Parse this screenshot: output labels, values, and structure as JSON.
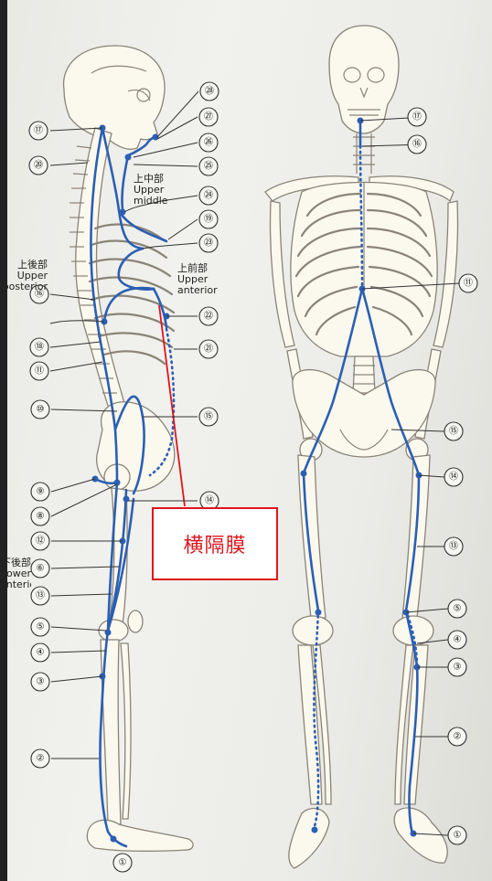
{
  "points": {
    "p1": "①",
    "p2": "②",
    "p3": "③",
    "p4": "④",
    "p5": "⑤",
    "p6": "⑥",
    "p8": "⑧",
    "p9": "⑨",
    "p10": "⑩",
    "p11": "⑪",
    "p12": "⑫",
    "p13": "⑬",
    "p14": "⑭",
    "p15": "⑮",
    "p16": "⑯",
    "p17": "⑰",
    "p18": "⑱",
    "p19": "⑲",
    "p20": "⑳",
    "p21": "㉑",
    "p22": "㉒",
    "p23": "㉓",
    "p24": "㉔",
    "p25": "㉕",
    "p26": "㉖",
    "p27": "㉗",
    "p28": "㉘"
  },
  "labels": {
    "upper_middle": {
      "jp": "上中部",
      "line1": "Upper",
      "line2": "middle"
    },
    "upper_anterior": {
      "jp": "上前部",
      "line1": "Upper",
      "line2": "anterior"
    },
    "upper_posterior": {
      "jp": "上後部",
      "line1": "Upper",
      "line2": "posterior"
    },
    "lower_anterior": {
      "jp": "下後部",
      "line1": "Lower",
      "line2": "anterior"
    }
  },
  "callout": {
    "text": "横隔膜",
    "color": "#d9161d"
  },
  "colors": {
    "line": "#2b5fb2",
    "bone": "#fbf8ee",
    "callout_border": "#e0141b"
  }
}
